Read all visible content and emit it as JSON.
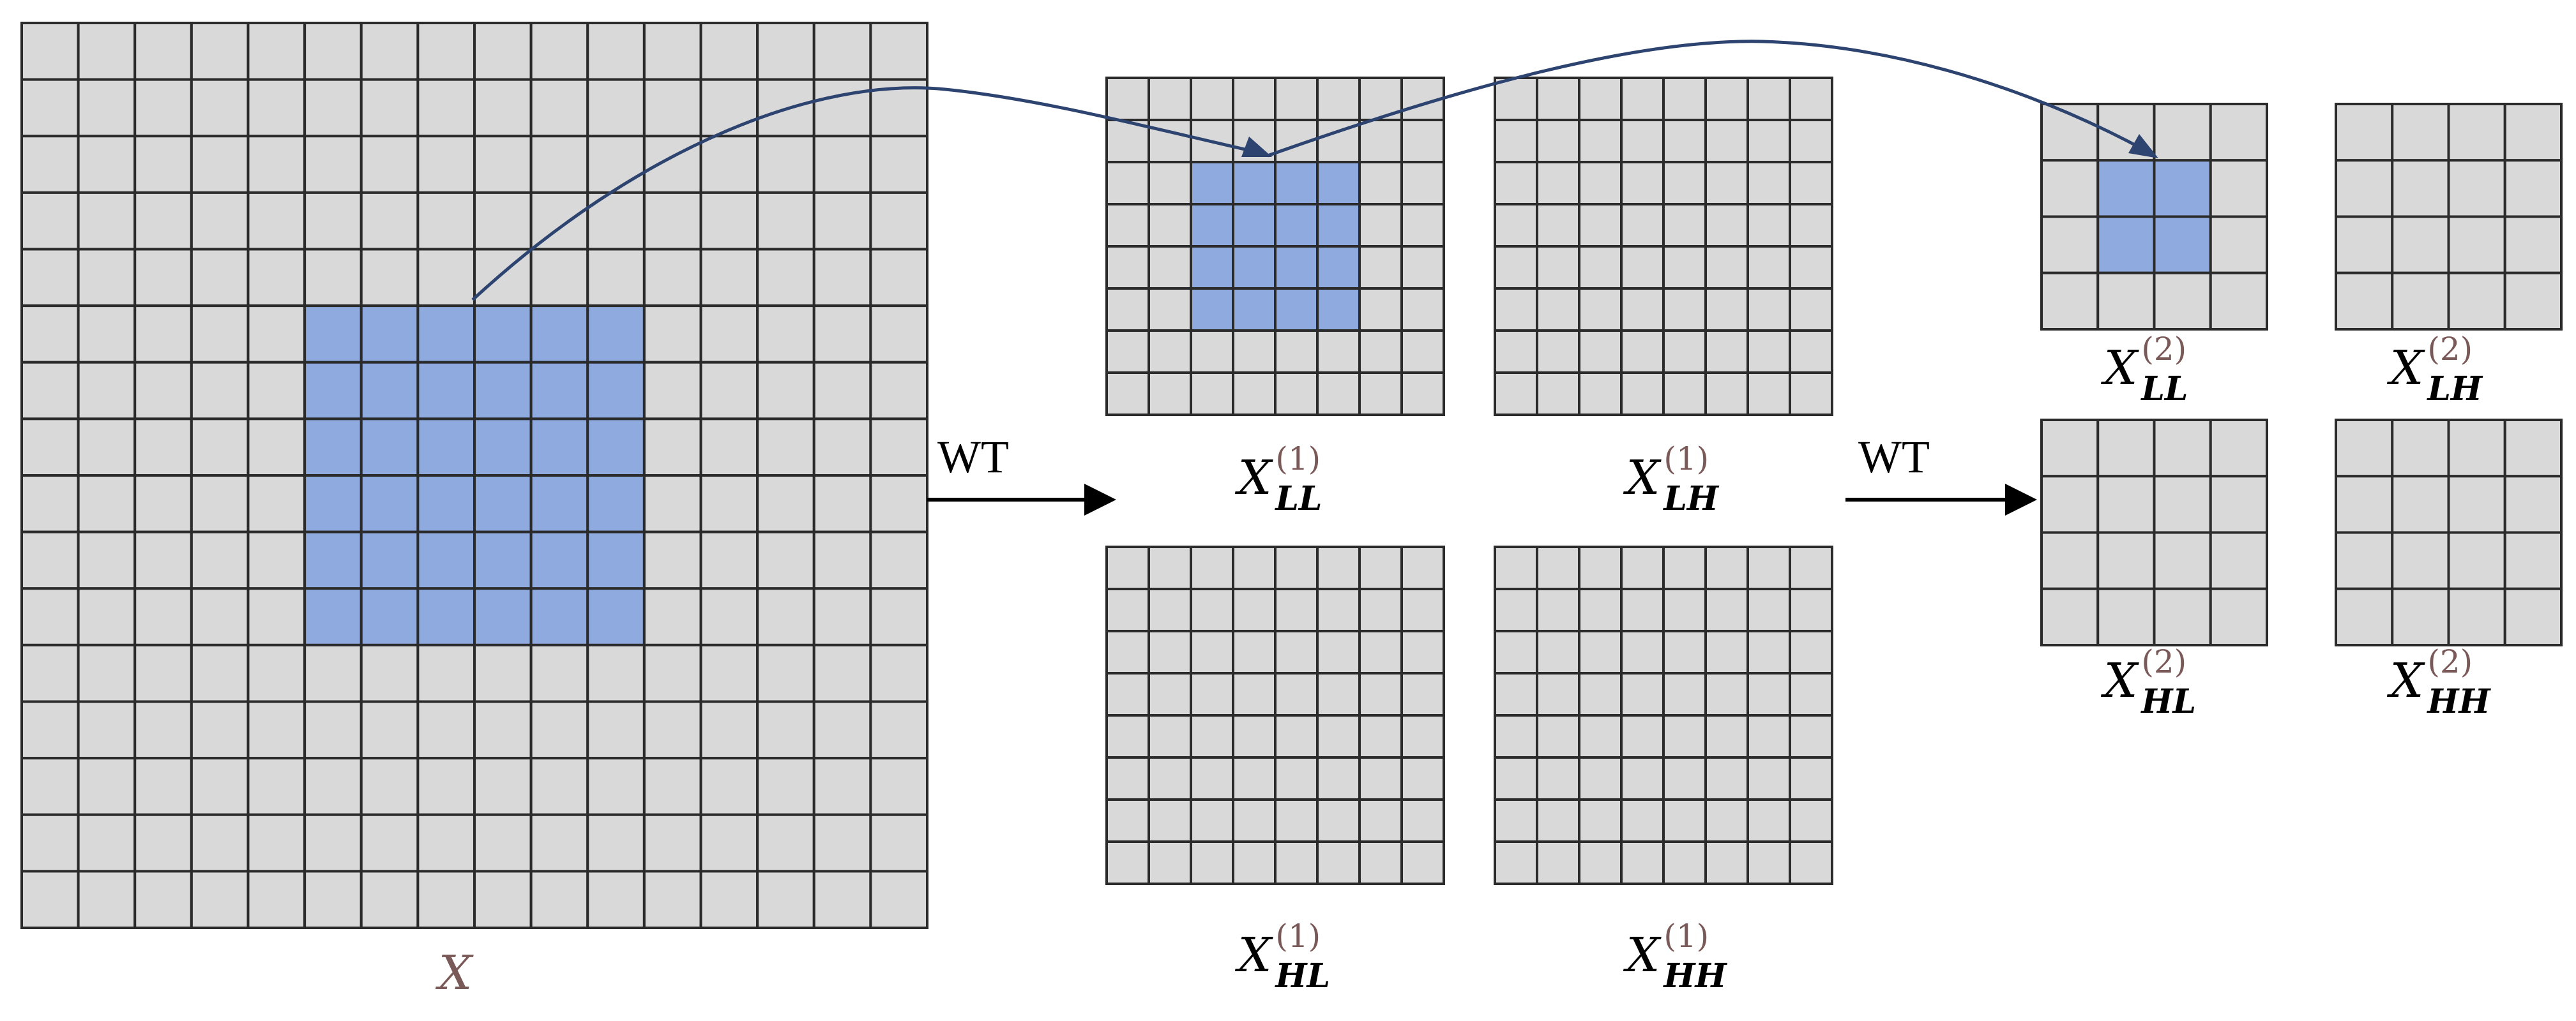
{
  "colors": {
    "cell_fill": "#d9d9d9",
    "highlight_fill": "#8eaadf",
    "grid_line": "#2b2b2b",
    "curve": "#2e4470",
    "base_text": "#000000",
    "accent_text": "#7a5a58"
  },
  "labels": {
    "input": "X",
    "ll1_base": "X",
    "ll1_sup": "(1)",
    "ll1_sub": "LL",
    "lh1_base": "X",
    "lh1_sup": "(1)",
    "lh1_sub": "LH",
    "hl1_base": "X",
    "hl1_sup": "(1)",
    "hl1_sub": "HL",
    "hh1_base": "X",
    "hh1_sup": "(1)",
    "hh1_sub": "HH",
    "ll2_base": "X",
    "ll2_sup": "(2)",
    "ll2_sub": "LL",
    "lh2_base": "X",
    "lh2_sup": "(2)",
    "lh2_sub": "LH",
    "hl2_base": "X",
    "hl2_sup": "(2)",
    "hl2_sub": "HL",
    "hh2_base": "X",
    "hh2_sup": "(2)",
    "hh2_sub": "HH"
  },
  "operators": {
    "wt_1": "WT",
    "wt_2": "WT"
  }
}
